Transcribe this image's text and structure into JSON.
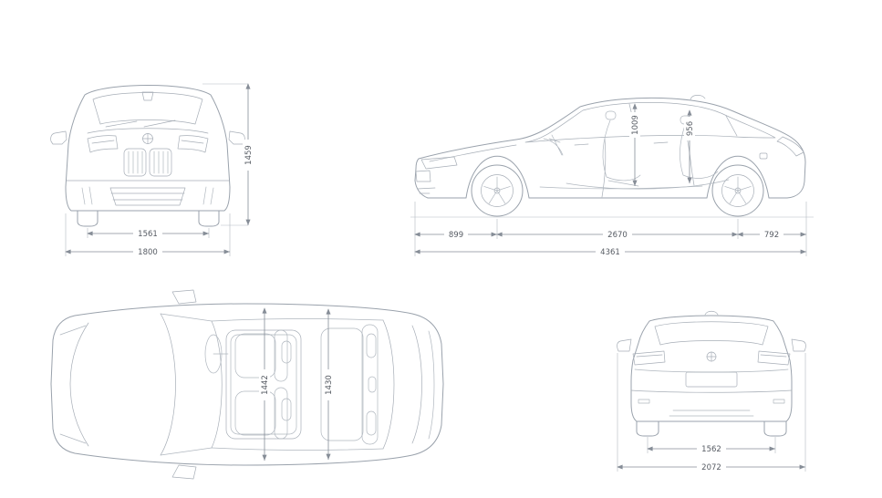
{
  "colors": {
    "background": "#ffffff",
    "car_line": "#9aa2ac",
    "dimension_line": "#868d97",
    "label_text": "#565b63"
  },
  "icons": {
    "brand_emblem": "bmw-roundel-icon"
  },
  "views": {
    "front": {
      "dims": {
        "track_width": "1561",
        "overall_width": "1800",
        "overall_height": "1459"
      }
    },
    "side": {
      "dims": {
        "front_overhang": "899",
        "wheelbase": "2670",
        "rear_overhang": "792",
        "overall_length": "4361",
        "front_headroom": "1009",
        "rear_headroom": "956"
      }
    },
    "top": {
      "dims": {
        "front_interior_width": "1442",
        "rear_interior_width": "1430"
      }
    },
    "rear": {
      "dims": {
        "rear_track_width": "1562",
        "width_incl_mirrors": "2072"
      }
    }
  }
}
